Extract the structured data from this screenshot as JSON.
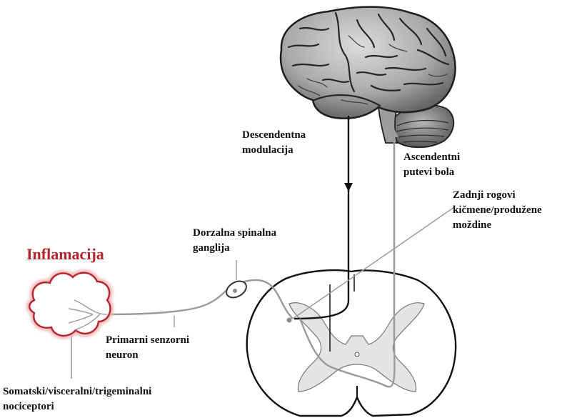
{
  "labels": {
    "inflammation": "Inflamacija",
    "descending": [
      "Descendentna",
      "modulacija"
    ],
    "ascending": [
      "Ascendentni",
      "putevi bola"
    ],
    "dorsal_horn": [
      "Zadnji rogovi",
      "kičmene/produžene",
      "moždine"
    ],
    "drg": [
      "Dorzalna spinalna",
      "ganglija"
    ],
    "primary_neuron": [
      "Primarni senzorni",
      "neuron"
    ],
    "nociceptors": [
      "Somatski/visceralni/trigeminalni",
      "nociceptori"
    ]
  },
  "colors": {
    "inflammation": "#b5242b",
    "inflammation_glow": "#f2b8bb",
    "descending_path": "#111111",
    "ascending_path": "#9a9a9a",
    "grey_matter": "#e4e4e4",
    "brain_dark": "#3a3a3a",
    "brain_light": "#c9c9c9"
  }
}
